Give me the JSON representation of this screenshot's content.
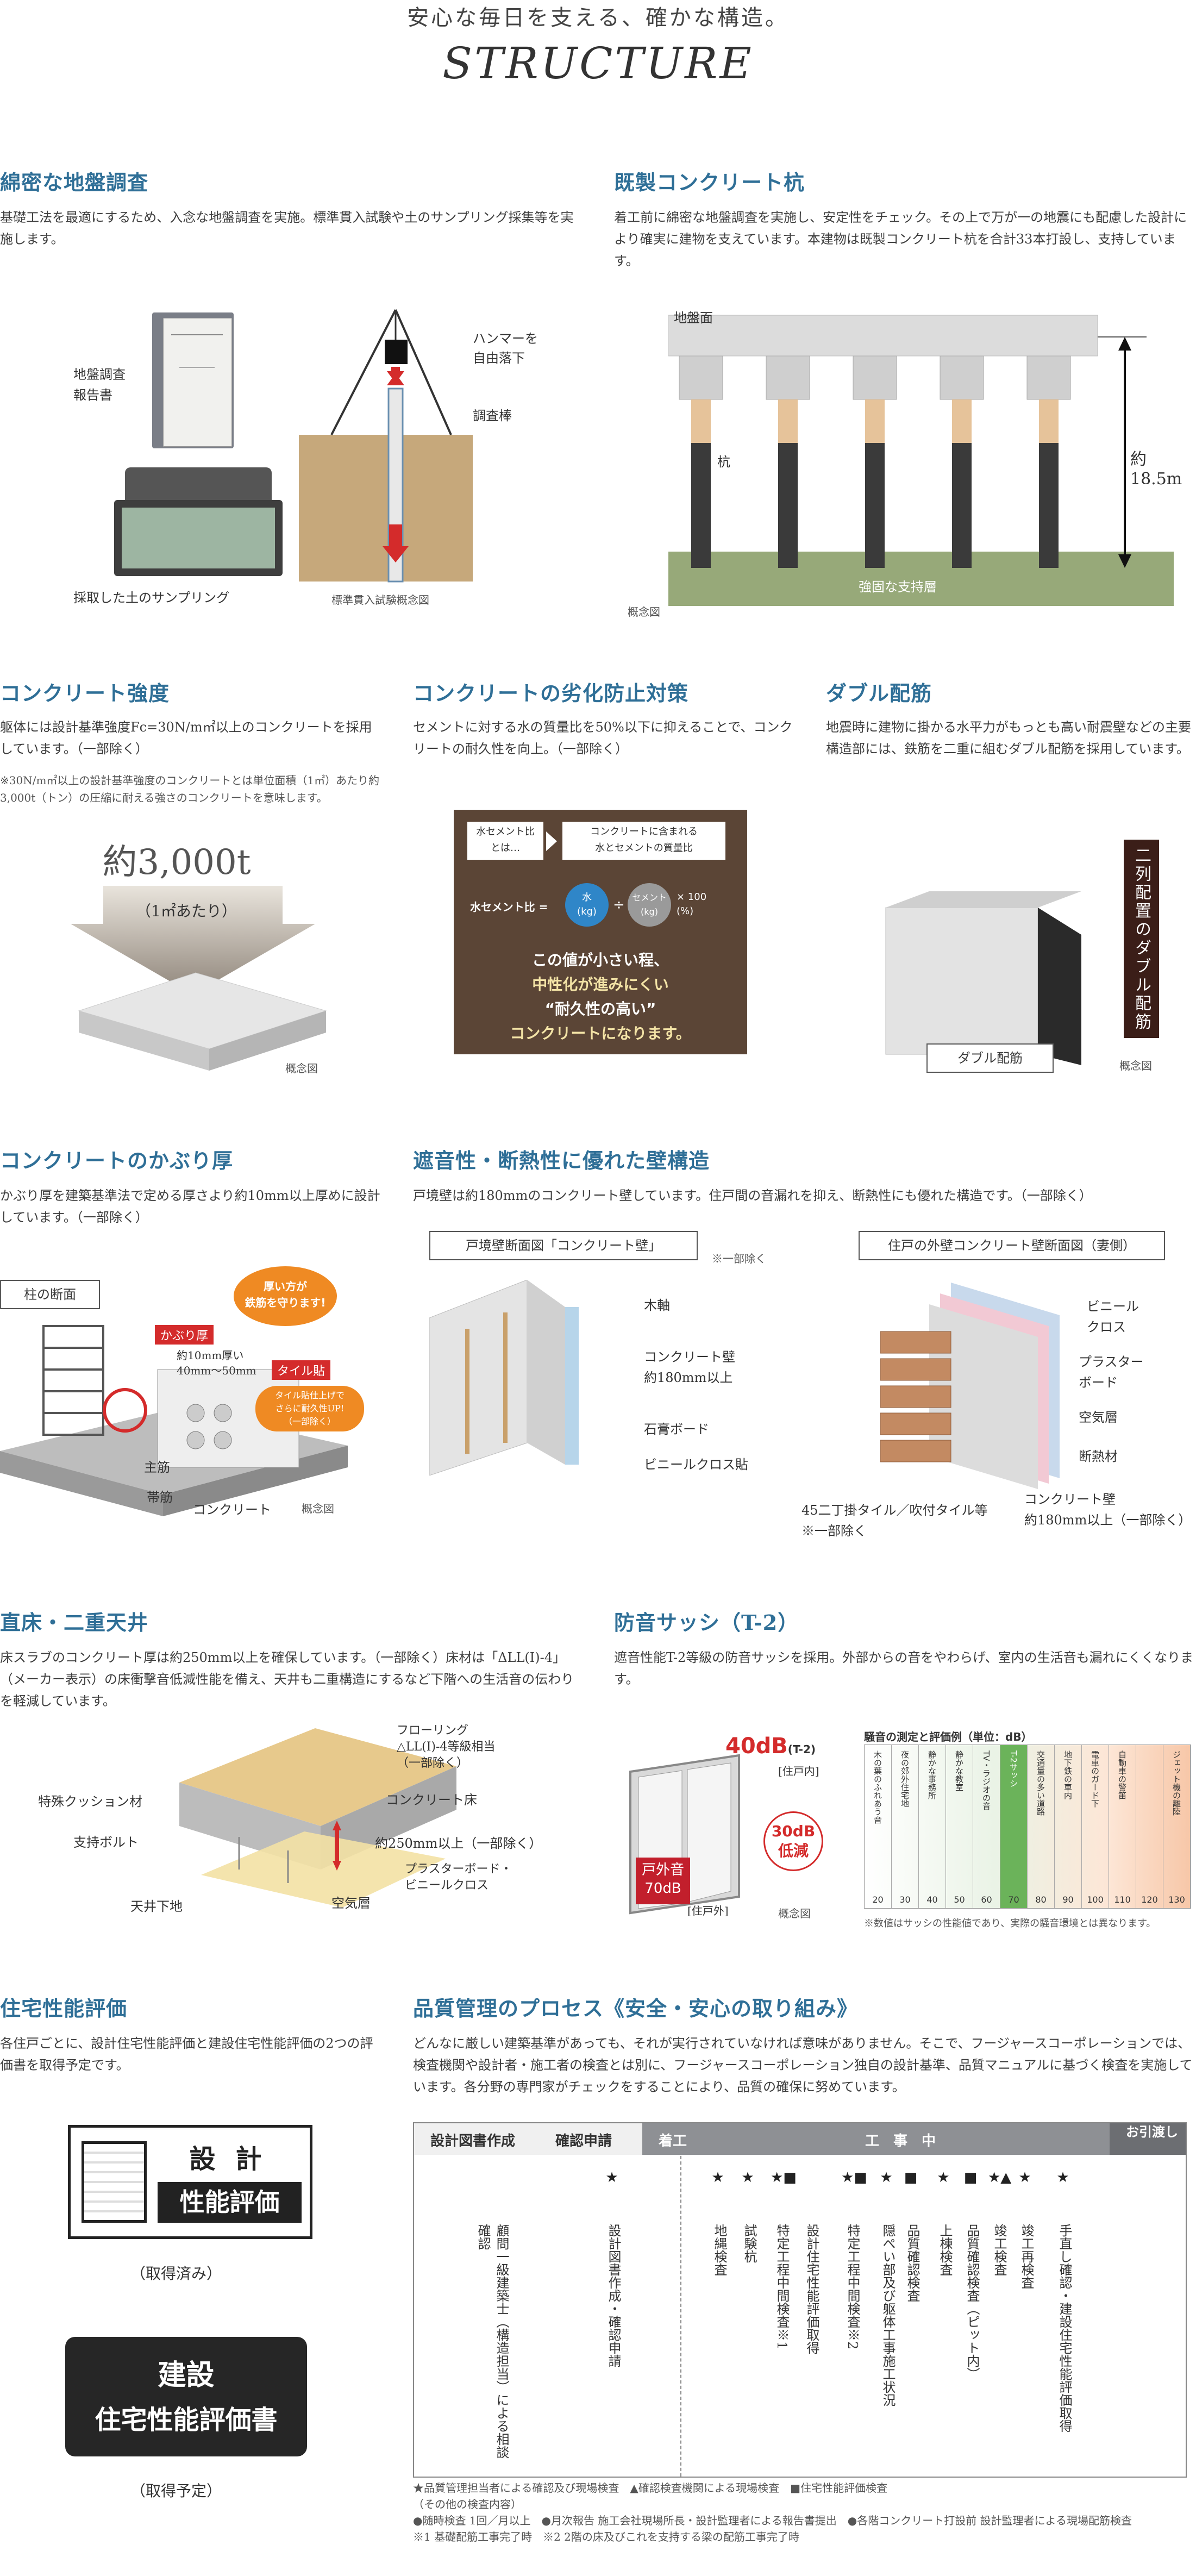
{
  "header": {
    "tagline": "安心な毎日を支える、確かな構造。",
    "title": "STRUCTURE"
  },
  "colors": {
    "heading": "#2f6f97",
    "accent_red": "#d42b2b",
    "brown": "#5b4536"
  },
  "soil": {
    "title": "綿密な地盤調査",
    "desc": "基礎工法を最適にするため、入念な地盤調査を実施。標準貫入試験や土のサンプリング採集等を実施します。",
    "report_label": "地盤調査\n報告書",
    "sample_caption": "採取した土のサンプリング",
    "hammer_label": "ハンマーを\n自由落下",
    "rod_label": "調査棒",
    "figure_caption": "標準貫入試験概念図"
  },
  "pile": {
    "title": "既製コンクリート杭",
    "desc": "着工前に綿密な地盤調査を実施し、安定性をチェック。その上で万が一の地震にも配慮した設計により確実に建物を支えています。本建物は既製コンクリート杭を合計33本打設し、支持しています。",
    "ground_label": "地盤面",
    "pile_label": "杭",
    "depth_label": "約18.5m",
    "layer_label": "強固な支持層",
    "figure_caption": "概念図"
  },
  "strength": {
    "title": "コンクリート強度",
    "desc": "躯体には設計基準強度Fc=30N/m㎡以上のコンクリートを採用しています。（一部除く）",
    "note": "※30N/m㎡以上の設計基準強度のコンクリートとは単位面積（1㎡）あたり約3,000t（トン）の圧縮に耐える強さのコンクリートを意味します。",
    "value_label": "約3,000t",
    "unit_label": "（1㎡あたり）",
    "figure_caption": "概念図"
  },
  "deterioration": {
    "title": "コンクリートの劣化防止対策",
    "desc": "セメントに対する水の質量比を50%以下に抑えることで、コンクリートの耐久性を向上。（一部除く）",
    "ratio_term": "水セメント比\nとは…",
    "ratio_def": "コンクリートに含まれる\n水とセメントの質量比",
    "formula_label": "水セメント比 =",
    "water_label": "水\n(kg)",
    "cement_label": "セメント\n(kg)",
    "times_label": "× 100\n(%)",
    "message_line1": "この値が小さい程、",
    "message_line2": "中性化が進みにくい",
    "message_line3": "“耐久性の高い”",
    "message_line4": "コンクリートになります。"
  },
  "double_rebar": {
    "title": "ダブル配筋",
    "desc": "地震時に建物に掛かる水平力がもっとも高い耐震壁などの主要構造部には、鉄筋を二重に組むダブル配筋を採用しています。",
    "side_label": "二列配置のダブル配筋",
    "figure_label": "ダブル配筋",
    "figure_caption": "概念図"
  },
  "cover": {
    "title": "コンクリートのかぶり厚",
    "desc": "かぶり厚を建築基準法で定める厚さより約10mm以上厚めに設計しています。（一部除く）",
    "column_label": "柱の断面",
    "cover_tag": "かぶり厚",
    "thickness_label": "約10mm厚い\n40mm〜50mm",
    "balloon_text": "厚い方が\n鉄筋を守ります!",
    "tile_tag": "タイル貼",
    "tile_note": "タイル貼仕上げで\nさらに耐久性UP!\n（一部除く）",
    "main_bar_label": "主筋",
    "hoop_label": "帯筋",
    "concrete_label": "コンクリート",
    "figure_caption": "概念図"
  },
  "wall": {
    "title": "遮音性・断熱性に優れた壁構造",
    "desc": "戸境壁は約180mmのコンクリート壁しています。住戸間の音漏れを抑え、断熱性にも優れた構造です。（一部除く）",
    "left_title": "戸境壁断面図「コンクリート壁」",
    "left_note": "※一部除く",
    "left_labels": [
      "木軸",
      "コンクリート壁\n約180mm以上",
      "石膏ボード",
      "ビニールクロス貼"
    ],
    "right_title": "住戸の外壁コンクリート壁断面図（妻側）",
    "right_labels": [
      "ビニール\nクロス",
      "プラスター\nボード",
      "空気層",
      "断熱材",
      "コンクリート壁\n約180mm以上（一部除く）"
    ],
    "tile_label": "45二丁掛タイル／吹付タイル等\n※一部除く"
  },
  "ceiling": {
    "title": "直床・二重天井",
    "desc": "床スラブのコンクリート厚は約250mm以上を確保しています。（一部除く）床材は「ΔLL(I)-4」（メーカー表示）の床衝撃音低減性能を備え、天井も二重構造にするなど下階への生活音の伝わりを軽減しています。",
    "labels": {
      "flooring": "フローリング\n△LL(I)-4等級相当\n（一部除く）",
      "cushion": "特殊クッション材",
      "concrete_floor": "コンクリート床",
      "bolt": "支持ボルト",
      "thickness": "約250mm以上（一部除く）",
      "board": "プラスターボード・\nビニールクロス",
      "base": "天井下地",
      "air": "空気層"
    }
  },
  "sash": {
    "title": "防音サッシ（T-2）",
    "desc": "遮音性能T-2等級の防音サッシを採用。外部からの音をやわらげ、室内の生活音も漏れにくくなります。",
    "inside_db": "40dB",
    "inside_tag": "(T-2)",
    "inside_label": "[住戸内]",
    "outside_label": "戸外音\n70dB",
    "reduction_label": "30dB\n低減",
    "outdoor_label": "[住戸外]",
    "figure_caption": "概念図",
    "chart_title": "騒音の測定と評価例（単位：dB）",
    "chart_note": "※数値はサッシの性能値であり、実際の騒音環境とは異なります。",
    "columns": [
      {
        "value": "20",
        "text": "木の葉のふれあう音"
      },
      {
        "value": "30",
        "text": "夜の郊外住宅地"
      },
      {
        "value": "40",
        "text": "静かな事務所"
      },
      {
        "value": "50",
        "text": "静かな教室"
      },
      {
        "value": "60",
        "text": "TV・ラジオの音"
      },
      {
        "value": "70",
        "text": "T-2サッシ"
      },
      {
        "value": "80",
        "text": "交通量の多い道路"
      },
      {
        "value": "90",
        "text": "地下鉄の車内"
      },
      {
        "value": "100",
        "text": "電車のガード下"
      },
      {
        "value": "110",
        "text": "自動車の警笛"
      },
      {
        "value": "120",
        "text": ""
      },
      {
        "value": "130",
        "text": "ジェット機の離陸"
      }
    ]
  },
  "performance": {
    "title": "住宅性能評価",
    "desc": "各住戸ごとに、設計住宅性能評価と建設住宅性能評価の2つの評価書を取得予定です。",
    "design_mark_line1": "設 計",
    "design_mark_line2": "性能評価",
    "design_status": "（取得済み）",
    "construction_mark_line1": "建設",
    "construction_mark_line2": "住宅性能評価書",
    "construction_status": "（取得予定）"
  },
  "quality": {
    "title": "品質管理のプロセス《安全・安心の取り組み》",
    "desc": "どんなに厳しい建築基準があっても、それが実行されていなければ意味がありません。そこで、フージャースコーポレーションでは、検査機関や設計者・施工者の検査とは別に、フージャースコーポレーション独自の設計基準、品質マニュアルに基づく検査を実施しています。各分野の専門家がチェックをすることにより、品質の確保に努めています。",
    "phases": [
      "設計図書作成",
      "確認申請",
      "着工",
      "工　事　中",
      "お引渡し"
    ],
    "steps": [
      "顧問一級建築士（構造担当）による相談確認",
      "設計図書作成・確認申請",
      "地縄検査",
      "試験杭",
      "特定工程中間検査※1",
      "設計住宅性能評価取得",
      "特定工程中間検査※2",
      "隠ぺい部及び躯体工事施工状況",
      "品質確認検査",
      "上棟検査",
      "品質確認検査（ピット内）",
      "竣工検査",
      "竣工再検査",
      "手直し確認・建設住宅性能評価取得"
    ],
    "legend": "★品質管理担当者による確認及び現場検査　▲確認検査機関による現場検査　■住宅性能評価検査",
    "other_title": "（その他の検査内容）",
    "other_items": "●随時検査 1回／月以上　●月次報告 施工会社現場所長・設計監理者による報告書提出　●各階コンクリート打設前 設計監理者による現場配筋検査",
    "footnote": "※1 基礎配筋工事完了時　※2 2階の床及びこれを支持する梁の配筋工事完了時"
  }
}
